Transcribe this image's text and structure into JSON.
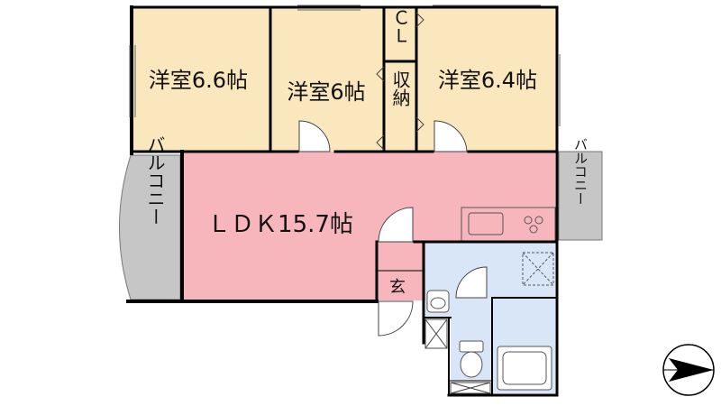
{
  "rooms": {
    "bedroom_left": {
      "label": "洋室6.6帖"
    },
    "bedroom_middle": {
      "label": "洋室6帖"
    },
    "bedroom_right": {
      "label": "洋室6.4帖"
    },
    "ldk": {
      "label": "ＬＤＫ15.7帖"
    },
    "closet": {
      "label": "ＣＬ"
    },
    "storage": {
      "label": "収納"
    },
    "entrance": {
      "label": "玄"
    },
    "balcony_left": {
      "label": "バルコニー"
    },
    "balcony_right": {
      "label": "バルコニー"
    }
  },
  "colors": {
    "bedroom_fill": "#fbe7bd",
    "ldk_fill": "#f7b5bc",
    "wet_area_fill": "#d9e6f7",
    "balcony_fill": "#c6c6c6",
    "wall": "#000000"
  },
  "icons": {
    "north": "north-arrow-icon"
  }
}
